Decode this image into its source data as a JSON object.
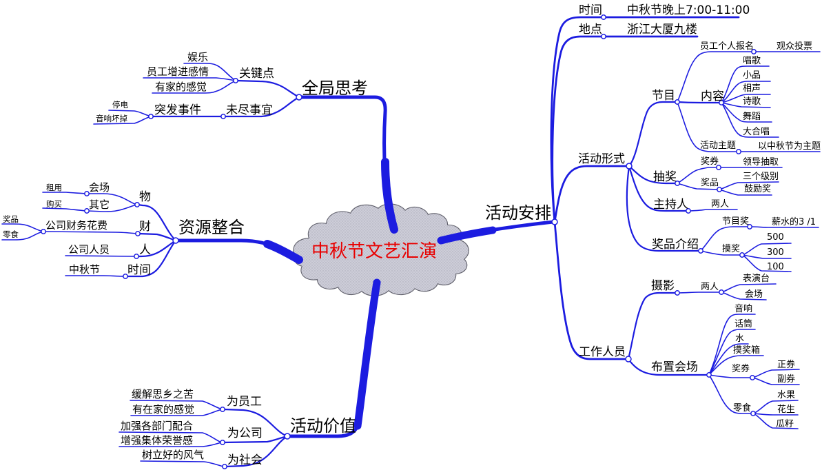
{
  "colors": {
    "branch": "#1c1ce0",
    "text": "#000000",
    "center_text": "#e80000",
    "cloud_fill": "#cdcdd8",
    "cloud_stroke": "#5f5f6a"
  },
  "map": {
    "center": {
      "label": "中秋节文艺汇演"
    },
    "anpai": {
      "label": "活动安排",
      "c": {
        "shijian": {
          "label": "时间",
          "c": {
            "value": {
              "label": "中秋节晚上7:00-11:00"
            }
          }
        },
        "didian": {
          "label": "地点",
          "c": {
            "value": {
              "label": "浙江大厦九楼"
            }
          }
        },
        "xingshi": {
          "label": "活动形式",
          "c": {
            "jiemu": {
              "label": "节目",
              "c": {
                "baoming": {
                  "label": "员工个人报名",
                  "c": {
                    "toupiao": {
                      "label": "观众投票"
                    }
                  }
                },
                "neirong": {
                  "label": "内容",
                  "c": {
                    "changge": {
                      "label": "唱歌"
                    },
                    "xiaopin": {
                      "label": "小品"
                    },
                    "xiangsheng": {
                      "label": "相声"
                    },
                    "shige": {
                      "label": "诗歌"
                    },
                    "wudao": {
                      "label": "舞蹈"
                    },
                    "dahechang": {
                      "label": "大合唱"
                    }
                  }
                },
                "zhuti": {
                  "label": "活动主题",
                  "c": {
                    "value": {
                      "label": "以中秋节为主题"
                    }
                  }
                }
              }
            },
            "choujiang": {
              "label": "抽奖",
              "c": {
                "jiangquan": {
                  "label": "奖券",
                  "c": {
                    "value": {
                      "label": "领导抽取"
                    }
                  }
                },
                "jiangpin": {
                  "label": "奖品",
                  "c": {
                    "sange": {
                      "label": "三个级别"
                    },
                    "guli": {
                      "label": "鼓励奖"
                    }
                  }
                }
              }
            },
            "zhuchiren": {
              "label": "主持人",
              "c": {
                "value": {
                  "label": "两人"
                }
              }
            },
            "jieshao": {
              "label": "奖品介绍",
              "c": {
                "jiemujiang": {
                  "label": "节目奖",
                  "c": {
                    "value": {
                      "label": "薪水的3 /1"
                    }
                  }
                },
                "mojiang": {
                  "label": "摸奖",
                  "c": {
                    "v500": {
                      "label": "500"
                    },
                    "v300": {
                      "label": "300"
                    },
                    "v100": {
                      "label": "100"
                    }
                  }
                }
              }
            }
          }
        },
        "renyuan": {
          "label": "工作人员",
          "c": {
            "sheying": {
              "label": "摄影",
              "c": {
                "liangren": {
                  "label": "两人",
                  "c": {
                    "biaoyantai": {
                      "label": "表演台"
                    },
                    "huichang": {
                      "label": "会场"
                    }
                  }
                }
              }
            },
            "buzhi": {
              "label": "布置会场",
              "c": {
                "yinxiang": {
                  "label": "音响"
                },
                "huatong": {
                  "label": "话筒"
                },
                "shui": {
                  "label": "水"
                },
                "mojiangxiang": {
                  "label": "摸奖箱"
                },
                "jiangquan": {
                  "label": "奖券",
                  "c": {
                    "zhengquan": {
                      "label": "正券"
                    },
                    "fuquan": {
                      "label": "副券"
                    }
                  }
                },
                "lingshi": {
                  "label": "零食",
                  "c": {
                    "shuiguo": {
                      "label": "水果"
                    },
                    "huasheng": {
                      "label": "花生"
                    },
                    "guazi": {
                      "label": "瓜籽"
                    }
                  }
                }
              }
            }
          }
        }
      }
    },
    "quanju": {
      "label": "全局思考",
      "c": {
        "guanjian": {
          "label": "关键点",
          "c": {
            "yule": {
              "label": "娱乐"
            },
            "ganqing": {
              "label": "员工增进感情"
            },
            "jia": {
              "label": "有家的感觉"
            }
          }
        },
        "weijin": {
          "label": "未尽事宜",
          "c": {
            "tufa": {
              "label": "突发事件",
              "c": {
                "tingdian": {
                  "label": "停电"
                },
                "yinxiang": {
                  "label": "音响坏掉"
                }
              }
            }
          }
        }
      }
    },
    "ziyuan": {
      "label": "资源整合",
      "c": {
        "wu": {
          "label": "物",
          "c": {
            "huichang": {
              "label": "会场",
              "c": {
                "zuyong": {
                  "label": "租用"
                }
              }
            },
            "qita": {
              "label": "其它",
              "c": {
                "goumai": {
                  "label": "购买"
                }
              }
            }
          }
        },
        "cai": {
          "label": "财",
          "c": {
            "huafei": {
              "label": "公司财务花费",
              "c": {
                "jiangpin": {
                  "label": "奖品"
                },
                "lingshi": {
                  "label": "零食"
                }
              }
            }
          }
        },
        "ren": {
          "label": "人",
          "c": {
            "gongsi": {
              "label": "公司人员"
            }
          }
        },
        "shijian": {
          "label": "时间",
          "c": {
            "zhongqiu": {
              "label": "中秋节"
            }
          }
        }
      }
    },
    "jiazhi": {
      "label": "活动价值",
      "c": {
        "yuangong": {
          "label": "为员工",
          "c": {
            "sixiang": {
              "label": "缓解思乡之苦"
            },
            "zaijia": {
              "label": "有在家的感觉"
            }
          }
        },
        "gongsi": {
          "label": "为公司",
          "c": {
            "peihe": {
              "label": "加强各部门配合"
            },
            "rongyu": {
              "label": "增强集体荣誉感"
            }
          }
        },
        "shehui": {
          "label": "为社会",
          "c": {
            "fengqi": {
              "label": "树立好的风气"
            }
          }
        }
      }
    }
  }
}
